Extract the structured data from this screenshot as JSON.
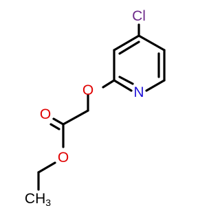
{
  "molecule": {
    "atoms": {
      "chlorine": {
        "label": "Cl",
        "color": "#6E2A8A"
      },
      "nitrogen": {
        "label": "N",
        "color": "#1F12D9"
      },
      "ether_oxygen": {
        "label": "O",
        "color": "#E00000"
      },
      "carbonyl_oxygen": {
        "label": "O",
        "color": "#E00000"
      },
      "ester_oxygen": {
        "label": "O",
        "color": "#E00000"
      },
      "methyl": {
        "label": "CH",
        "subscript": "3",
        "color": "#000000"
      }
    },
    "bond_color": "#000000"
  }
}
